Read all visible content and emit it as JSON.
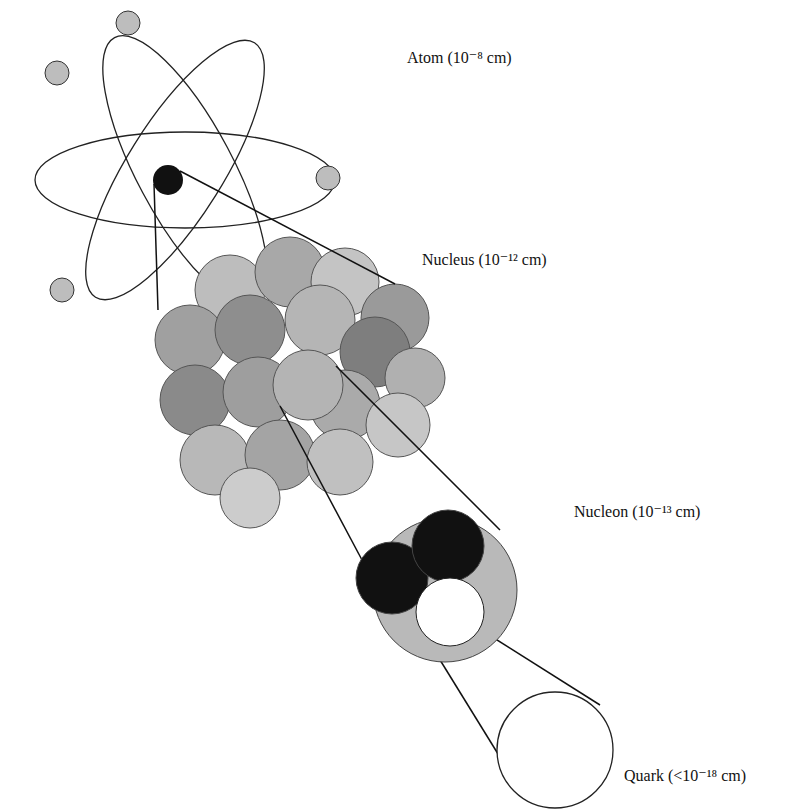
{
  "diagram": {
    "labels": [
      "Atom (10⁻⁸ cm)",
      "Nucleus (10⁻¹² cm)",
      "Nucleon (10⁻¹³ cm)",
      "Quark (<10⁻¹⁸ cm)"
    ]
  }
}
